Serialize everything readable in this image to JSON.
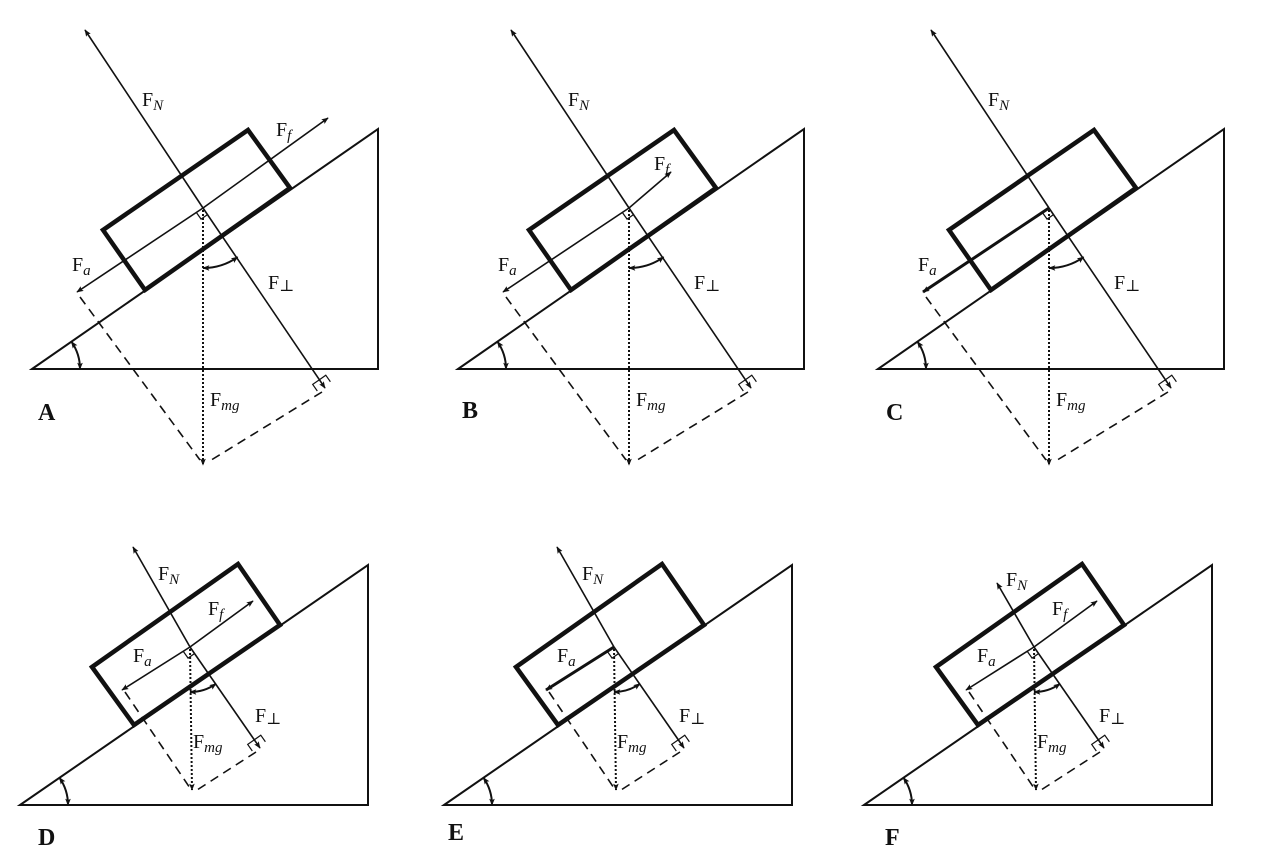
{
  "figure": {
    "panels": [
      {
        "letter": "A",
        "has_friction": true,
        "labels": {
          "FN": {
            "main": "F",
            "sub": "N"
          },
          "Ff": {
            "main": "F",
            "sub": "f"
          },
          "Fa": {
            "main": "F",
            "sub": "a"
          },
          "Fperp": {
            "main": "F",
            "sub": "⊥"
          },
          "Fmg": {
            "main": "F",
            "sub": "mg"
          }
        }
      },
      {
        "letter": "B",
        "has_friction": true,
        "labels": {
          "FN": {
            "main": "F",
            "sub": "N"
          },
          "Ff": {
            "main": "F",
            "sub": "f"
          },
          "Fa": {
            "main": "F",
            "sub": "a"
          },
          "Fperp": {
            "main": "F",
            "sub": "⊥"
          },
          "Fmg": {
            "main": "F",
            "sub": "mg"
          }
        }
      },
      {
        "letter": "C",
        "has_friction": false,
        "labels": {
          "FN": {
            "main": "F",
            "sub": "N"
          },
          "Fa": {
            "main": "F",
            "sub": "a"
          },
          "Fperp": {
            "main": "F",
            "sub": "⊥"
          },
          "Fmg": {
            "main": "F",
            "sub": "mg"
          }
        }
      },
      {
        "letter": "D",
        "has_friction": true,
        "labels": {
          "FN": {
            "main": "F",
            "sub": "N"
          },
          "Ff": {
            "main": "F",
            "sub": "f"
          },
          "Fa": {
            "main": "F",
            "sub": "a"
          },
          "Fperp": {
            "main": "F",
            "sub": "⊥"
          },
          "Fmg": {
            "main": "F",
            "sub": "mg"
          }
        }
      },
      {
        "letter": "E",
        "has_friction": false,
        "labels": {
          "FN": {
            "main": "F",
            "sub": "N"
          },
          "Fa": {
            "main": "F",
            "sub": "a"
          },
          "Fperp": {
            "main": "F",
            "sub": "⊥"
          },
          "Fmg": {
            "main": "F",
            "sub": "mg"
          }
        }
      },
      {
        "letter": "F",
        "has_friction": true,
        "labels": {
          "FN": {
            "main": "F",
            "sub": "N"
          },
          "Ff": {
            "main": "F",
            "sub": "f"
          },
          "Fa": {
            "main": "F",
            "sub": "a"
          },
          "Fperp": {
            "main": "F",
            "sub": "⊥"
          },
          "Fmg": {
            "main": "F",
            "sub": "mg"
          }
        }
      }
    ]
  }
}
